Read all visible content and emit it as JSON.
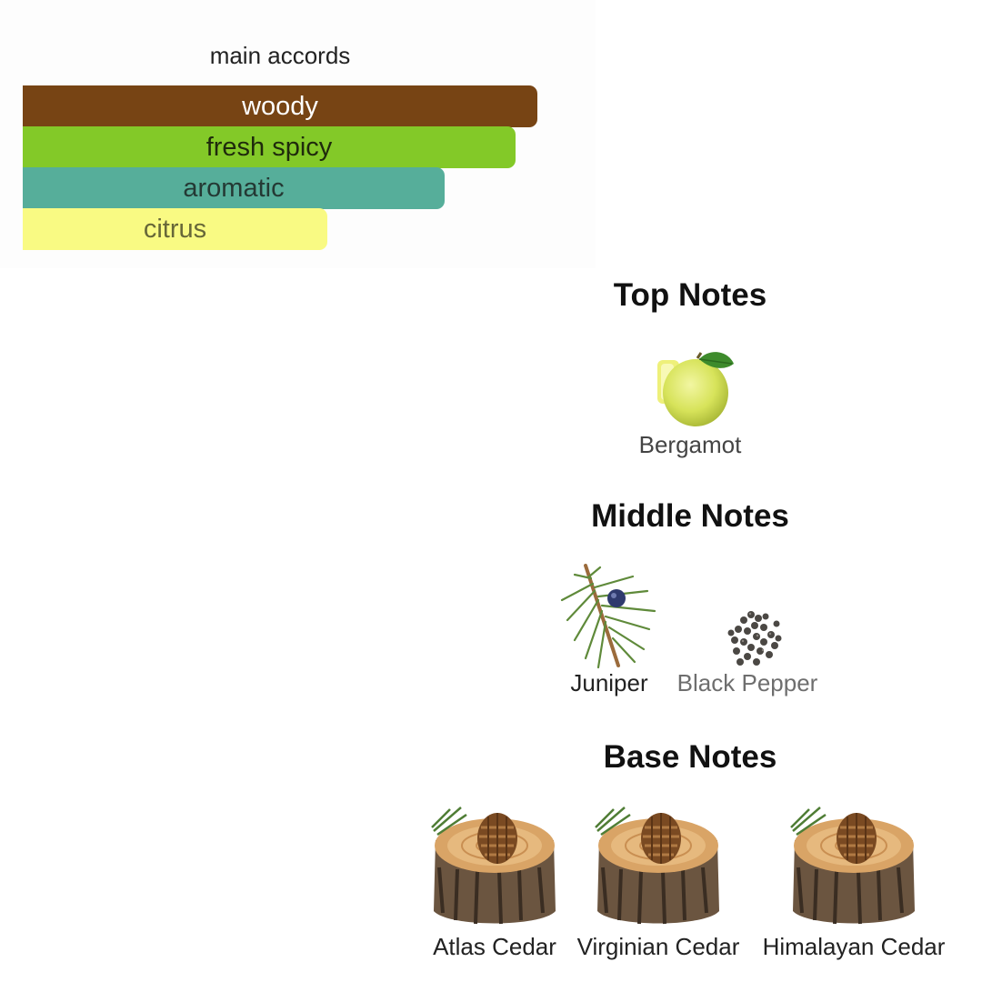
{
  "accords": {
    "title": "main accords",
    "items": [
      {
        "label": "woody",
        "level": 1.0,
        "color": "#774414",
        "text_color": "#ffffff"
      },
      {
        "label": "fresh spicy",
        "level": 0.957,
        "color": "#83c928",
        "text_color": "#1f2a0c"
      },
      {
        "label": "aromatic",
        "level": 0.82,
        "color": "#56ae9a",
        "text_color": "#243934"
      },
      {
        "label": "citrus",
        "level": 0.592,
        "color": "#f9fa83",
        "text_color": "#676738"
      }
    ]
  },
  "notes": {
    "top": {
      "heading": "Top Notes",
      "items": [
        {
          "label": "Bergamot",
          "icon": "bergamot-icon"
        }
      ]
    },
    "middle": {
      "heading": "Middle Notes",
      "items": [
        {
          "label": "Juniper",
          "icon": "juniper-icon"
        },
        {
          "label": "Black Pepper",
          "icon": "black-pepper-icon"
        }
      ]
    },
    "base": {
      "heading": "Base Notes",
      "items": [
        {
          "label": "Atlas Cedar",
          "icon": "cedar-icon"
        },
        {
          "label": "Virginian Cedar",
          "icon": "cedar-icon"
        },
        {
          "label": "Himalayan Cedar",
          "icon": "cedar-icon"
        }
      ]
    }
  }
}
